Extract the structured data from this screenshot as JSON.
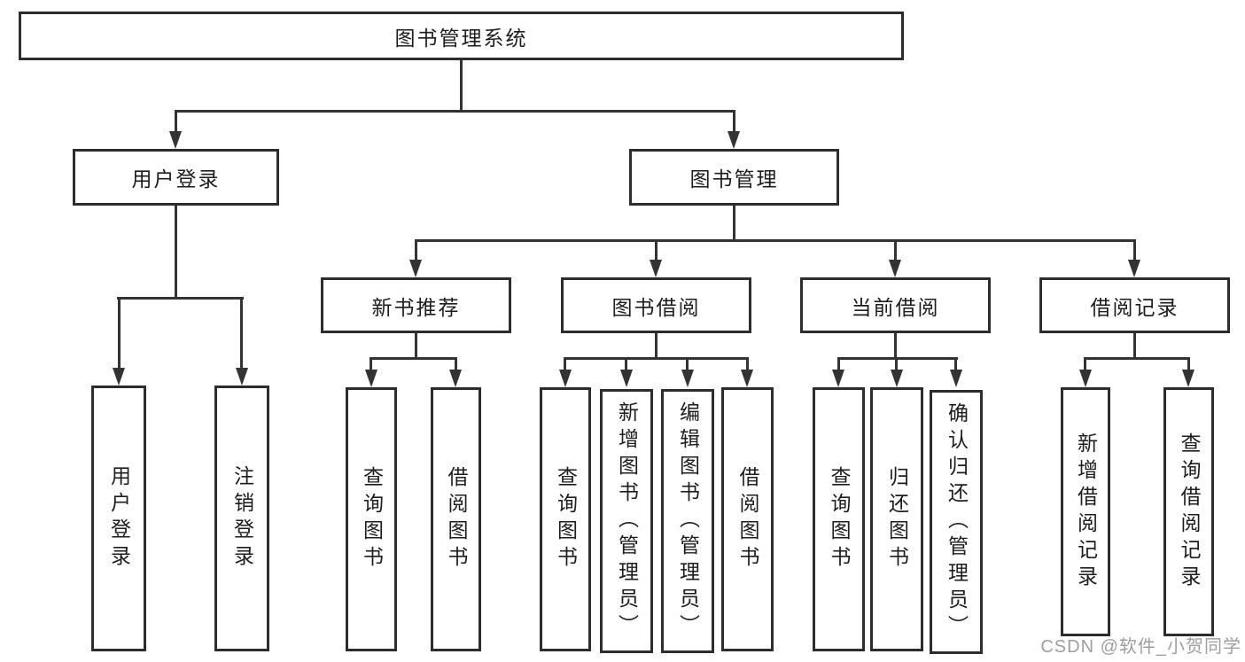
{
  "diagram_type": "hierarchy-tree",
  "colors": {
    "background": "#ffffff",
    "box_border": "#2d2d2d",
    "line": "#333333",
    "text": "#1d1d1d",
    "watermark": "#9e9e9e"
  },
  "tree": {
    "root": {
      "label": "图书管理系统"
    },
    "children": [
      {
        "label": "用户登录",
        "children": [
          {
            "label": "用户登录"
          },
          {
            "label": "注销登录"
          }
        ]
      },
      {
        "label": "图书管理",
        "children": [
          {
            "label": "新书推荐",
            "children": [
              {
                "label": "查询图书"
              },
              {
                "label": "借阅图书"
              }
            ]
          },
          {
            "label": "图书借阅",
            "children": [
              {
                "label": "查询图书"
              },
              {
                "label": "新增图书（管理员）"
              },
              {
                "label": "编辑图书（管理员）"
              },
              {
                "label": "借阅图书"
              }
            ]
          },
          {
            "label": "当前借阅",
            "children": [
              {
                "label": "查询图书"
              },
              {
                "label": "归还图书"
              },
              {
                "label": "确认归还（管理员）"
              }
            ]
          },
          {
            "label": "借阅记录",
            "children": [
              {
                "label": "新增借阅记录"
              },
              {
                "label": "查询借阅记录"
              }
            ]
          }
        ]
      }
    ]
  },
  "watermark": {
    "text": "CSDN @软件_小贺同学"
  }
}
